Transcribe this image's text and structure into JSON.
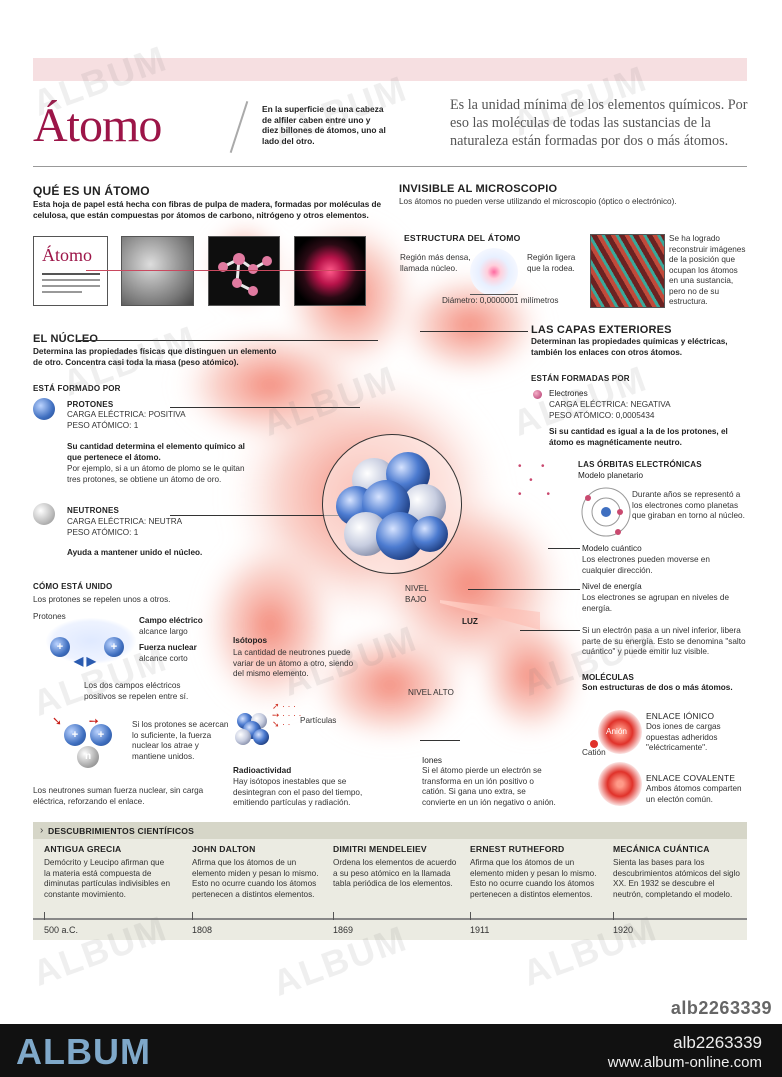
{
  "header": {
    "title": "Átomo",
    "note": "En la superficie de una cabeza de alfiler caben entre uno y diez billones de átomos, uno al lado del otro.",
    "intro": "Es la unidad mínima de los elementos químicos. Por eso las moléculas de todas las sustancias de la naturaleza están formadas por dos o más átomos."
  },
  "que_es": {
    "title": "QUÉ ES UN ÁTOMO",
    "text": "Esta hoja de papel está hecha con fibras de pulpa de madera, formadas por moléculas de celulosa, que están compuestas por átomos de carbono, nitrógeno y otros elementos."
  },
  "invisible": {
    "title": "INVISIBLE AL MICROSCOPIO",
    "text": "Los átomos no pueden verse utilizando el microscopio (óptico o electrónico).",
    "estructura_title": "ESTRUCTURA DEL ÁTOMO",
    "dense": "Región más densa, llamada núcleo.",
    "light": "Región ligera que la rodea.",
    "diameter": "Diámetro: 0,0000001 milímetros",
    "images_note": "Se ha logrado reconstruir imágenes de la posición que ocupan los átomos en una sustancia, pero no de su estructura."
  },
  "nucleo": {
    "title": "EL NÚCLEO",
    "text": "Determina las propiedades físicas que distinguen un elemento de otro. Concentra casi toda la masa (peso atómico).",
    "formado_title": "ESTÁ FORMADO POR",
    "protones_title": "PROTONES",
    "protones_carga": "CARGA ELÉCTRICA: POSITIVA",
    "protones_peso": "PESO ATÓMICO: 1",
    "protones_text1": "Su cantidad determina el elemento químico al que pertenece el átomo.",
    "protones_text2": "Por ejemplo, si a un átomo de plomo se le quitan tres protones, se obtiene un átomo de oro.",
    "neutrones_title": "NEUTRONES",
    "neutrones_carga": "CARGA ELÉCTRICA: NEUTRA",
    "neutrones_peso": "PESO ATÓMICO: 1",
    "neutrones_text": "Ayuda a mantener unido el núcleo."
  },
  "unido": {
    "title": "CÓMO ESTÁ UNIDO",
    "text": "Los protones se repelen unos a otros.",
    "protones_label": "Protones",
    "campo_title": "Campo eléctrico",
    "campo_sub": "alcance largo",
    "fuerza_title": "Fuerza nuclear",
    "fuerza_sub": "alcance corto",
    "repelen": "Los dos campos eléctricos positivos se repelen entre sí.",
    "acercan": "Si los protones se acercan lo suficiente, la fuerza nuclear los atrae y mantiene unidos.",
    "neutrones_suman": "Los neutrones suman fuerza nuclear, sin carga eléctrica, reforzando el enlace.",
    "plus": "+",
    "n": "n"
  },
  "isotopos": {
    "title": "Isótopos",
    "text": "La cantidad de neutrones puede variar de un átomo a otro, siendo del mismo elemento.",
    "particulas": "Partículas",
    "radio_title": "Radioactividad",
    "radio_text": "Hay isótopos inestables que se desintegran con el paso del tiempo, emitiendo partículas y radiación."
  },
  "capas": {
    "title": "LAS CAPAS EXTERIORES",
    "text": "Determinan las propiedades químicas y eléctricas, también los enlaces con otros átomos.",
    "formadas_title": "ESTÁN FORMADAS POR",
    "electrones_title": "Electrones",
    "electrones_carga": "CARGA ELÉCTRICA: NEGATIVA",
    "electrones_peso": "PESO ATÓMICO: 0,0005434",
    "electrones_text": "Si su cantidad es igual a la de los protones, el átomo es magnéticamente neutro.",
    "orbitas_title": "LAS ÓRBITAS ELECTRÓNICAS",
    "orbitas_sub": "Modelo planetario",
    "orbitas_text": "Durante años se representó a los electrones como planetas que giraban en torno al núcleo.",
    "cuantico_title": "Modelo cuántico",
    "cuantico_text": "Los electrones pueden moverse en cualquier dirección.",
    "energia_title": "Nivel de energía",
    "energia_text": "Los electrones se agrupan en niveles de energía.",
    "salto_text": "Si un electrón pasa a un nivel inferior, libera parte de su energía. Esto se denomina \"salto cuántico\" y puede emitir luz visible.",
    "moleculas_title": "MOLÉCULAS",
    "moleculas_text": "Son estructuras de dos o más átomos.",
    "ionico_title": "ENLACE IÓNICO",
    "ionico_text": "Dos iones de cargas opuestas adheridos \"eléctricamente\".",
    "anion": "Anión",
    "cation": "Catión",
    "covalente_title": "ENLACE COVALENTE",
    "covalente_text": "Ambos átomos comparten un electón común.",
    "nivel_bajo": "NIVEL BAJO",
    "luz": "LUZ",
    "nivel_alto": "NIVEL ALTO",
    "iones_title": "Iones",
    "iones_text": "Si el átomo pierde un electrón se transforma en un ión positivo o catión. Si gana uno extra, se convierte en un ión negativo o anión."
  },
  "descubrimientos": {
    "title": "DESCUBRIMIENTOS CIENTÍFICOS",
    "items": [
      {
        "name": "ANTIGUA GRECIA",
        "text": "Demócrito y Leucipo afirman que la materia está compuesta de diminutas partículas indivisibles en constante movimiento.",
        "year": "500 a.C."
      },
      {
        "name": "JOHN DALTON",
        "text": "Afirma que los átomos de un elemento miden y pesan lo mismo. Esto no ocurre cuando los átomos pertenecen a distintos elementos.",
        "year": "1808"
      },
      {
        "name": "DIMITRI MENDELEIEV",
        "text": "Ordena los elementos de acuerdo a su peso atómico en la llamada tabla periódica de los elementos.",
        "year": "1869"
      },
      {
        "name": "ERNEST RUTHEFORD",
        "text": "Afirma que los átomos de un elemento miden y pesan lo mismo. Esto no ocurre cuando los átomos pertenecen a distintos elementos.",
        "year": "1911"
      },
      {
        "name": "MECÁNICA CUÁNTICA",
        "text": "Sienta las bases para los descubrimientos atómicos del siglo XX. En 1932 se descubre el neutrón, completando el modelo.",
        "year": "1920"
      }
    ]
  },
  "footer": {
    "code_grey": "alb2263339",
    "brand": "ALBUM",
    "code": "alb2263339",
    "url": "www.album-online.com"
  },
  "watermark": "ALBUM",
  "colors": {
    "accent": "#9c1548",
    "nucleus": "#3f6fc0",
    "cloud": "#f07c6c",
    "footer_bg": "#111111",
    "band": "#f6dede"
  }
}
